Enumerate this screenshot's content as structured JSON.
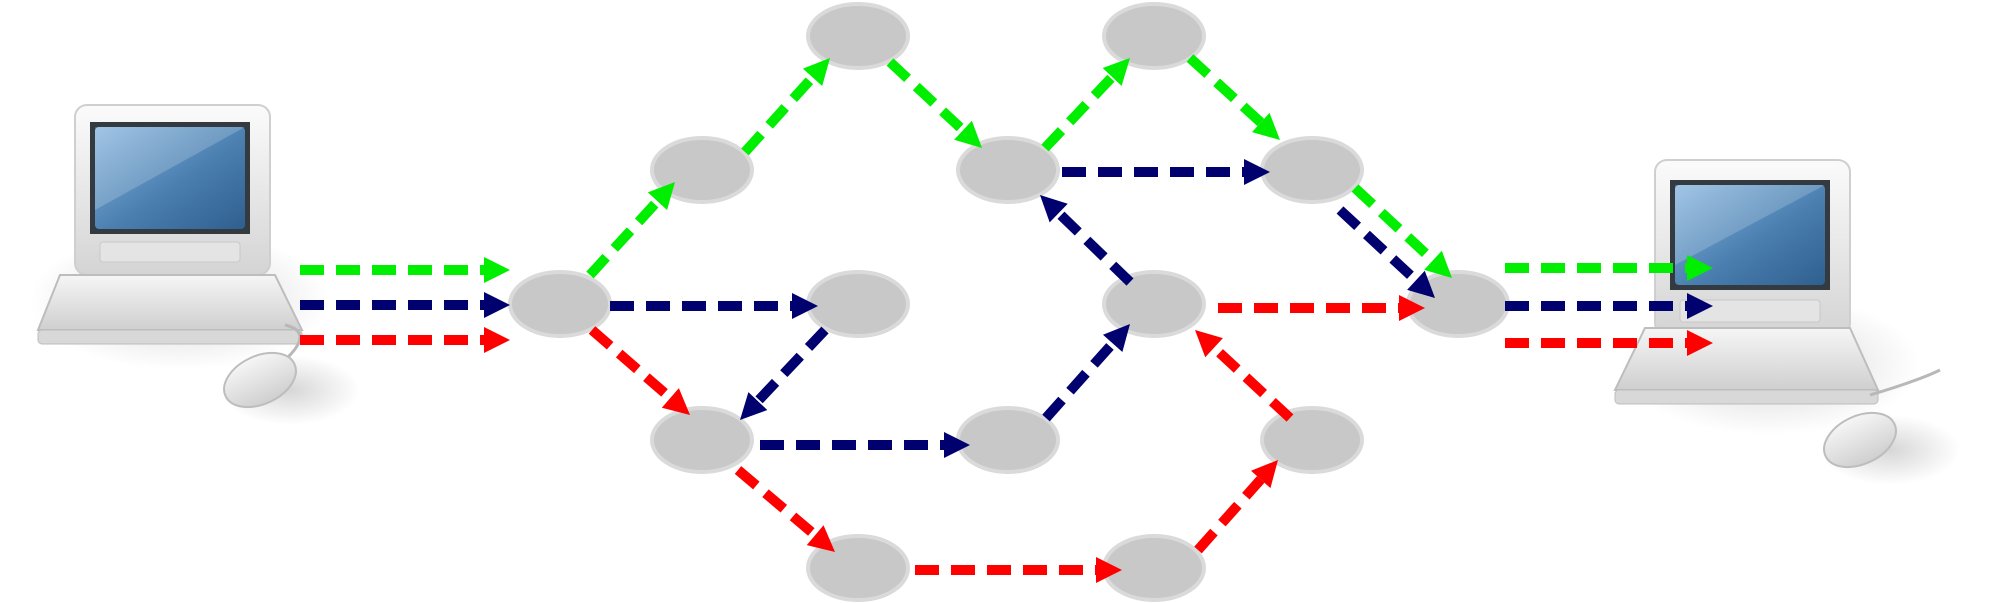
{
  "diagram": {
    "type": "packet-switching-network",
    "colors": {
      "background": "#ffffff",
      "node_fill": "#c8c8c8",
      "node_stroke": "#dadada",
      "green": "#00ee00",
      "blue": "#00006e",
      "red": "#ff0000",
      "screen": "#4a7fb0"
    },
    "endpoints": [
      {
        "id": "source",
        "icon": "desktop-computer-icon",
        "role": "sender"
      },
      {
        "id": "dest",
        "icon": "desktop-computer-icon",
        "role": "receiver"
      }
    ],
    "nodes": [
      "entry",
      "n1",
      "n2",
      "n3",
      "n4",
      "n5",
      "n6",
      "n7",
      "n8",
      "n9",
      "n10",
      "n11",
      "exit"
    ],
    "paths": [
      {
        "color": "green",
        "links": [
          [
            "source",
            "entry"
          ],
          [
            "entry",
            "n1"
          ],
          [
            "n1",
            "n2"
          ],
          [
            "n2",
            "n3"
          ],
          [
            "n3",
            "n4"
          ],
          [
            "n4",
            "n5"
          ],
          [
            "n5",
            "exit"
          ],
          [
            "exit",
            "dest"
          ]
        ]
      },
      {
        "color": "blue",
        "links": [
          [
            "source",
            "entry"
          ],
          [
            "entry",
            "n6"
          ],
          [
            "n6",
            "n7"
          ],
          [
            "n7",
            "n8"
          ],
          [
            "n8",
            "n9"
          ],
          [
            "n9",
            "n3"
          ],
          [
            "n3",
            "n5"
          ],
          [
            "n5",
            "exit"
          ],
          [
            "exit",
            "dest"
          ]
        ]
      },
      {
        "color": "red",
        "links": [
          [
            "source",
            "entry"
          ],
          [
            "entry",
            "n7"
          ],
          [
            "n7",
            "n10"
          ],
          [
            "n10",
            "n11"
          ],
          [
            "n11",
            "n12"
          ],
          [
            "n12",
            "n9"
          ],
          [
            "n9",
            "exit"
          ],
          [
            "exit",
            "dest"
          ]
        ]
      }
    ]
  }
}
